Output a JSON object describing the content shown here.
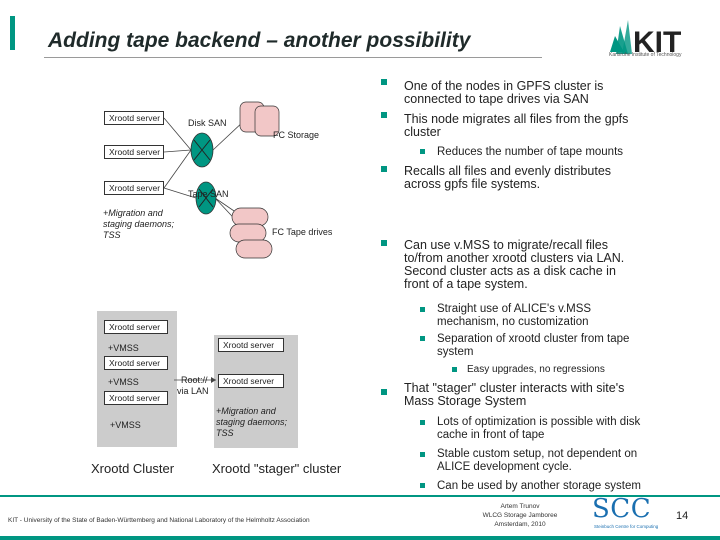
{
  "header": {
    "title": "Adding tape backend – another possibility",
    "logo_text": "KIT",
    "logo_subtext": "Karlsruhe Institute of Technology"
  },
  "diagram_top": {
    "xrootd_server_1": "Xrootd server",
    "xrootd_server_2": "Xrootd server",
    "xrootd_server_3": "Xrootd server",
    "disk_san": "Disk SAN",
    "fc_storage": "FC Storage",
    "tape_san": "Tape SAN",
    "migration_line1": "+Migration and",
    "migration_line2": "staging daemons;",
    "migration_line3": "TSS",
    "fc_tape_drives": "FC Tape drives"
  },
  "diagram_bottom": {
    "cluster": {
      "server1": "Xrootd server",
      "vmss1": "+VMSS",
      "server2": "Xrootd server",
      "vmss2": "+VMSS",
      "server3": "Xrootd server",
      "vmss3": "+VMSS",
      "caption": "Xrootd Cluster"
    },
    "link_line1": "Root://",
    "link_line2": "via LAN",
    "stager": {
      "server1": "Xrootd server",
      "server2": "Xrootd server",
      "daemons_line1": "+Migration and",
      "daemons_line2": "staging daemons;",
      "daemons_line3": "TSS",
      "caption": "Xrootd \"stager\" cluster"
    }
  },
  "bullets": {
    "b1_l1": "One of the nodes in GPFS cluster is",
    "b1_l2": "connected to tape drives via SAN",
    "b2_l1": "This node migrates all files from the gpfs",
    "b2_l2": "cluster",
    "b2_sub1": "Reduces the number of tape mounts",
    "b3_l1": "Recalls all files and evenly distributes",
    "b3_l2": "across gpfs file systems.",
    "b4_l1": "Can use v.MSS to migrate/recall files",
    "b4_l2": "to/from another xrootd clusters via LAN.",
    "b4_l3": "Second cluster acts as a disk cache in",
    "b4_l4": "front of a tape system.",
    "b4_sub1_l1": "Straight use of ALICE's v.MSS",
    "b4_sub1_l2": "mechanism, no customization",
    "b4_sub2_l1": "Separation of xrootd cluster from tape",
    "b4_sub2_l2": "system",
    "b4_sub2_sub1": "Easy upgrades, no regressions",
    "b5_l1": "That \"stager\" cluster interacts with site's",
    "b5_l2": "Mass Storage System",
    "b5_sub1_l1": "Lots of optimization is possible with disk",
    "b5_sub1_l2": "cache in front of tape",
    "b5_sub2_l1": "Stable custom setup, not dependent on",
    "b5_sub2_l2": "ALICE development cycle.",
    "b5_sub3": "Can be used by another storage system"
  },
  "footer": {
    "institution": "KIT - University of the State of Baden-Württemberg and National Laboratory of the Helmholtz Association",
    "author": "Artem Trunov",
    "event": "WLCG Storage Jamboree",
    "place": "Amsterdam, 2010",
    "scc_logo": "SCC",
    "scc_subtext": "Steinbuch Centre for Computing",
    "page_number": "14"
  },
  "colors": {
    "accent": "#009682",
    "scc_blue": "#1a6fb0",
    "panel_gray": "#cccccc"
  }
}
